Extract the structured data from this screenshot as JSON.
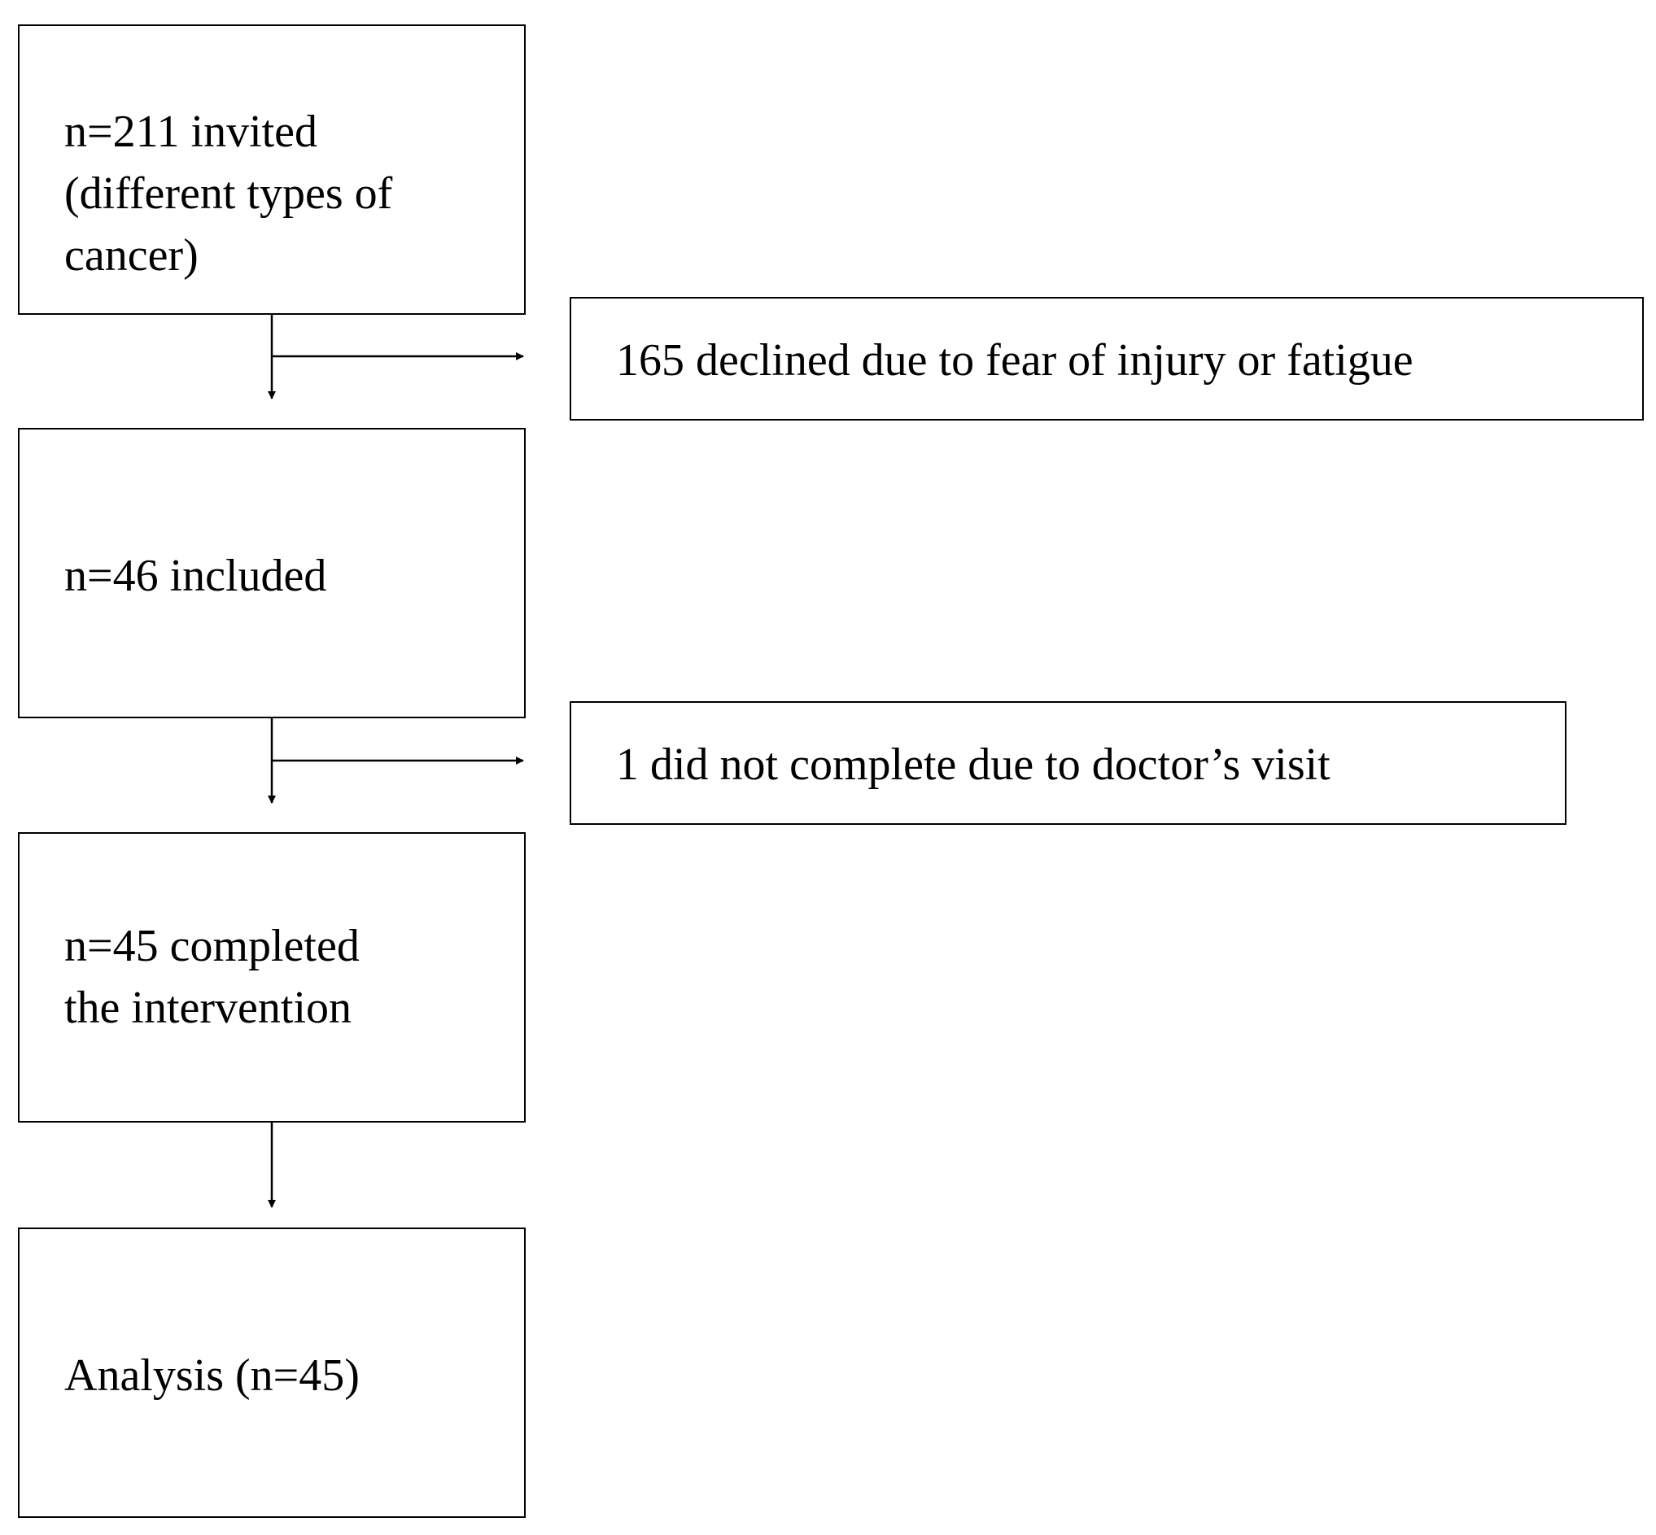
{
  "flowchart": {
    "boxes": [
      {
        "id": "invited",
        "lines": [
          "n=211 invited",
          "(different types of",
          "cancer)"
        ]
      },
      {
        "id": "included",
        "lines": [
          "n=46 included"
        ]
      },
      {
        "id": "completed",
        "lines": [
          "n=45 completed",
          "the intervention"
        ]
      },
      {
        "id": "analysis",
        "lines": [
          "Analysis (n=45)"
        ]
      }
    ],
    "exclusions": [
      {
        "id": "declined",
        "text": "165 declined due to fear of injury or fatigue"
      },
      {
        "id": "not-completed",
        "text": "1 did not complete due to doctor’s visit"
      }
    ],
    "colors": {
      "line": "#000000",
      "box_fill": "#ffffff"
    }
  }
}
